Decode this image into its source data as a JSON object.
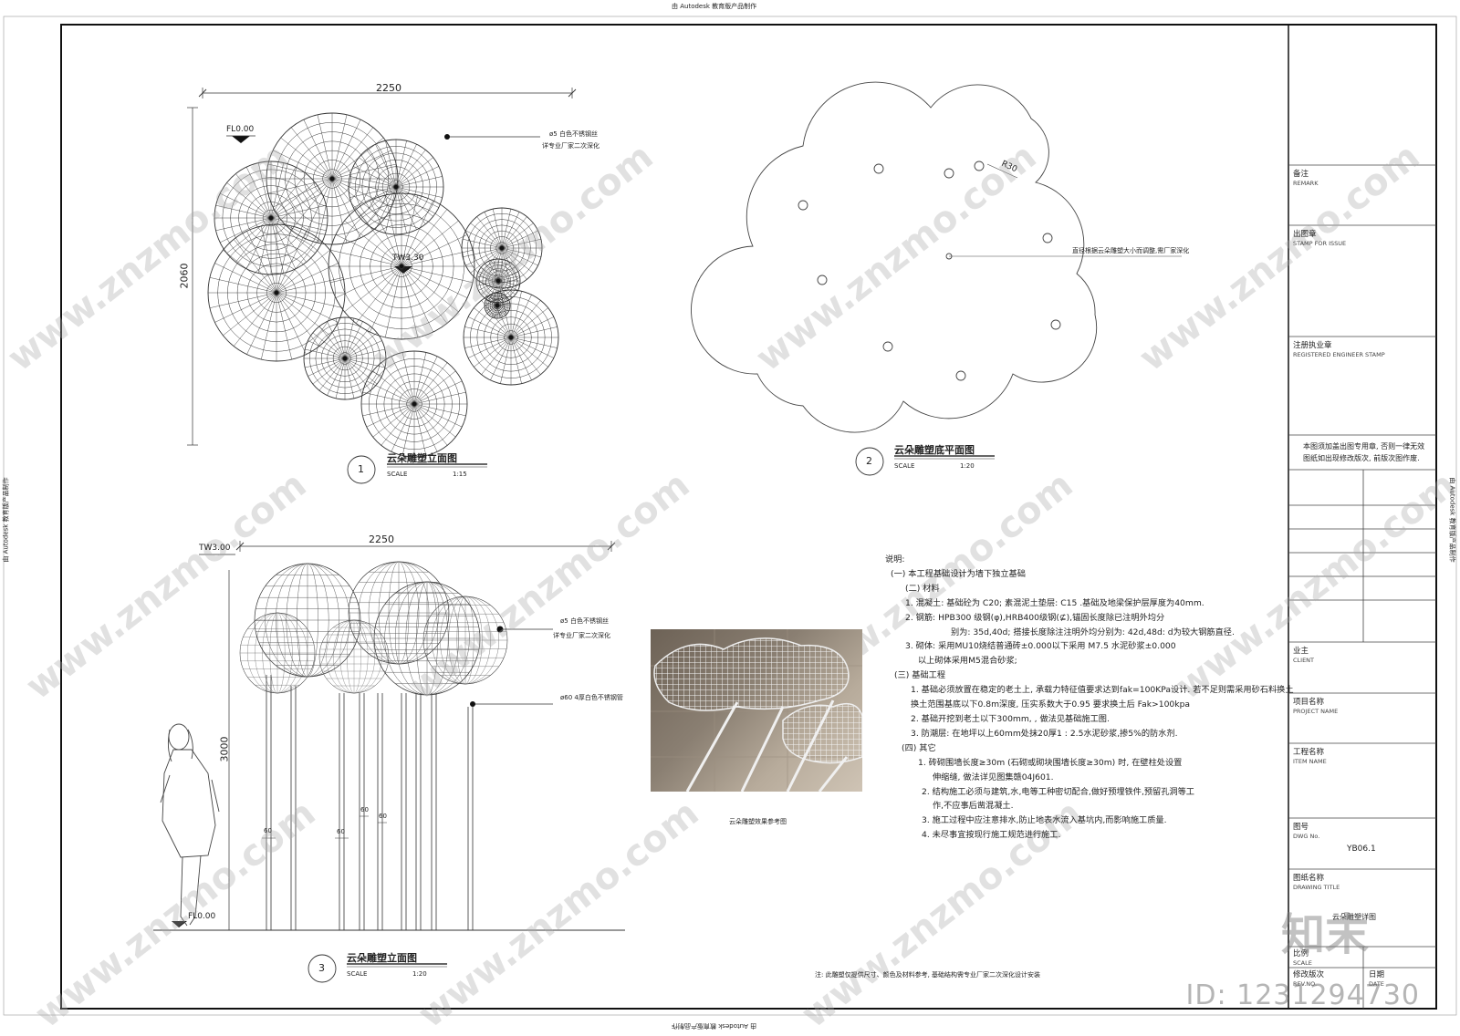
{
  "edge": {
    "top": "由 Autodesk 教育版产品制作",
    "bottom": "由 Autodesk 教育版产品制作",
    "left": "由 Autodesk 教育版产品制作",
    "right": "由 Autodesk 教育版产品制作"
  },
  "drawing1": {
    "width_dim": "2250",
    "height_dim": "2060",
    "level_fl": "FL0.00",
    "level_tw": "TW3.30",
    "note_line1": "ø5 白色不锈钢丝",
    "note_line2": "详专业厂家二次深化",
    "number": "1",
    "title": "云朵雕塑立面图",
    "scale_label": "SCALE",
    "scale_value": "1:15"
  },
  "drawing2": {
    "radius": "R30",
    "note": "直径根据云朵雕塑大小而调整,需厂家深化",
    "number": "2",
    "title": "云朵雕塑底平面图",
    "scale_label": "SCALE",
    "scale_value": "1:20"
  },
  "drawing3": {
    "width_dim": "2250",
    "height_dim": "3000",
    "level_tw": "TW3.00",
    "level_fl": "FL0.00",
    "note1_line1": "ø5 白色不锈钢丝",
    "note1_line2": "详专业厂家二次深化",
    "note2": "ø60 4厚白色不锈钢管",
    "pipe_dims": [
      "60",
      "60",
      "60",
      "60"
    ],
    "number": "3",
    "title": "云朵雕塑立面图",
    "scale_label": "SCALE",
    "scale_value": "1:20"
  },
  "photo_caption": "云朵雕塑效果参考图",
  "bottom_note": "注: 此雕塑仅提供尺寸、颜色及材料参考, 基础结构需专业厂家二次深化设计安装",
  "notes": {
    "heading": "说明:",
    "lines": [
      "(一) 本工程基础设计为墙下独立基础",
      "(二) 材料",
      "1. 混凝土: 基础砼为 C20; 素混泥土垫层: C15 .基础及地梁保护层厚度为40mm.",
      "2. 钢筋: HPB300 级钢(φ),HRB400级钢(⊈),锚固长度除已注明外均分",
      "别为: 35d,40d; 搭接长度除注注明外均分别为: 42d,48d: d为较大钢筋直径.",
      "3. 砌体: 采用MU10烧结普通砖±0.000以下采用 M7.5 水泥砂浆±0.000",
      "以上砌体采用M5混合砂浆;",
      "(三) 基础工程",
      "1. 基础必须放置在稳定的老土上, 承载力特征值要求达到fak=100KPa设计. 若不足则需采用砂石料换土",
      "换土范围基底以下0.8m深度, 压实系数大于0.95 要求换土后 Fak>100kpa",
      "2. 基础开挖到老土以下300mm, , 做法见基础施工图.",
      "3. 防潮层: 在地坪以上60mm处抹20厚1 : 2.5水泥砂浆,掺5%的防水剂.",
      "(四) 其它",
      "1. 砖砌围墙长度≥30m (石砌或砌块围墙长度≥30m) 时, 在壁柱处设置",
      "伸缩缝, 做法详见图集赣04J601.",
      "2. 结构施工必须与建筑,水,电等工种密切配合,做好预埋铁件,预留孔洞等工",
      "作,不应事后凿混凝土.",
      "3. 施工过程中应注意排水,防止地表水流入基坑内,而影响施工质量.",
      "4. 未尽事宜按现行施工规范进行施工."
    ]
  },
  "title_block": {
    "remark": {
      "cn": "备注",
      "en": "REMARK"
    },
    "stamp": {
      "cn": "出图章",
      "en": "STAMP FOR ISSUE"
    },
    "engineer": {
      "cn": "注册执业章",
      "en": "REGISTERED ENGINEER STAMP"
    },
    "validity_line1": "本图须加盖出图专用章, 否则一律无效",
    "validity_line2": "图纸如出现修改版次, 前版次图作废.",
    "client": {
      "cn": "业主",
      "en": "CLIENT"
    },
    "project": {
      "cn": "项目名称",
      "en": "PROJECT NAME"
    },
    "item": {
      "cn": "工程名称",
      "en": "ITEM NAME"
    },
    "dwg_no": {
      "cn": "图号",
      "en": "DWG No.",
      "value": "YB06.1"
    },
    "title": {
      "cn": "图纸名称",
      "en": "DRAWING TITLE",
      "value": "云朵雕塑详图"
    },
    "scale": {
      "cn": "比例",
      "en": "SCALE"
    },
    "rev": {
      "cn": "修改版次",
      "en": "REV.NO."
    },
    "date": {
      "cn": "日期",
      "en": "DATE"
    }
  },
  "watermark": {
    "site": "www.znzmo.com",
    "brand": "知末",
    "id": "ID: 1231294730"
  }
}
